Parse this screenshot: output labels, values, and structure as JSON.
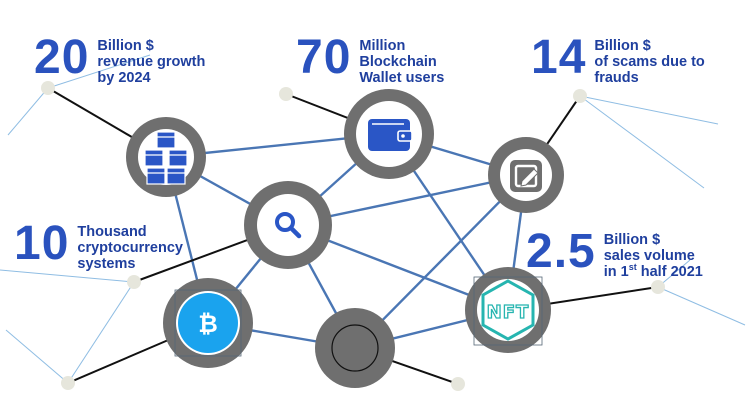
{
  "colors": {
    "stat_number": "#2a52be",
    "stat_text": "#1f3f9e",
    "node_ring": "#6f6f6f",
    "node_core": "#ffffff",
    "network_line": "#4a76b4",
    "light_line": "#8fbde3",
    "pointer_line": "#111111",
    "dot": "#e6e6dc",
    "icon_blue": "#2a56c6",
    "bitcoin_blue": "#1aa3ee",
    "nft_teal": "#26b5b0"
  },
  "stats": [
    {
      "id": "revenue",
      "number": "20",
      "line1": "Billion $",
      "line2": "revenue growth",
      "line3": "by 2024"
    },
    {
      "id": "wallet",
      "number": "70",
      "line1": "Million",
      "line2": "Blockchain",
      "line3": "Wallet users"
    },
    {
      "id": "scams",
      "number": "14",
      "line1": "Billion $",
      "line2": "of scams due to",
      "line3": "frauds"
    },
    {
      "id": "crypto",
      "number": "10",
      "line1": "Thousand",
      "line2": "cryptocurrency",
      "line3": "systems"
    },
    {
      "id": "nft",
      "number": "2.5",
      "line1": "Billion $",
      "line2": "sales volume",
      "line3_pre": "in 1",
      "line3_sup": "st",
      "line3_post": " half 2021"
    }
  ],
  "nodes": [
    {
      "id": "blockchain",
      "icon": "blockchain-cubes-icon"
    },
    {
      "id": "wallet",
      "icon": "wallet-icon"
    },
    {
      "id": "edit",
      "icon": "edit-icon"
    },
    {
      "id": "search",
      "icon": "search-icon"
    },
    {
      "id": "bitcoin",
      "icon": "bitcoin-icon",
      "glyph": "₿"
    },
    {
      "id": "blank",
      "icon": "empty-circle"
    },
    {
      "id": "nft",
      "icon": "nft-icon",
      "label": "NFT"
    }
  ]
}
